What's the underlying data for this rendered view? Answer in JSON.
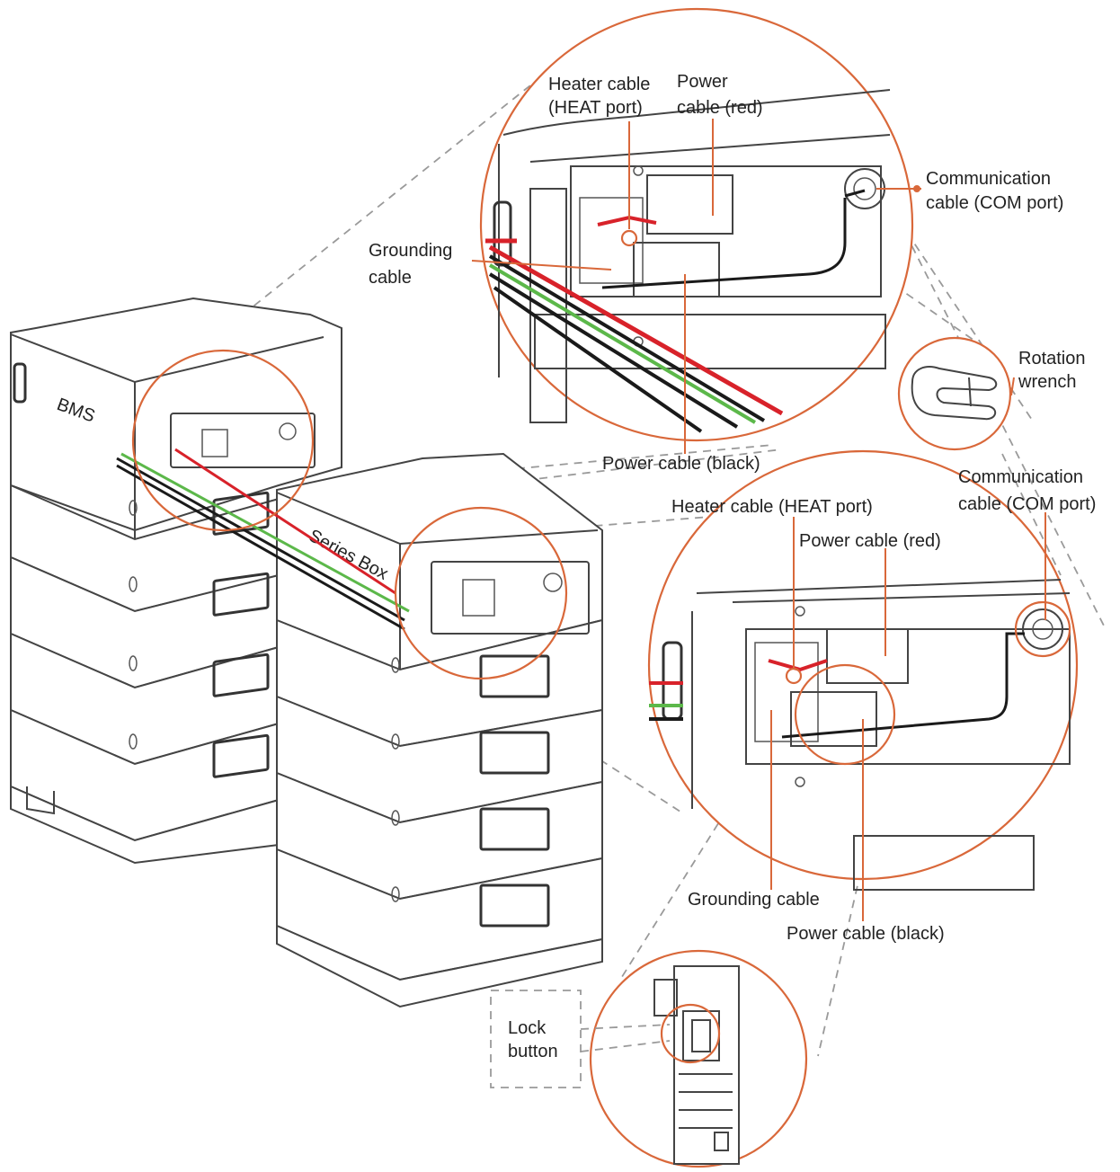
{
  "units": {
    "bms_label": "BMS",
    "series_box_label": "Series Box"
  },
  "callouts": {
    "top_zoom": {
      "heater_cable": [
        "Heater cable",
        "(HEAT port)"
      ],
      "power_red": [
        "Power",
        "cable (red)"
      ],
      "communication": [
        "Communication",
        "cable (COM port)"
      ],
      "grounding": [
        "Grounding",
        "cable"
      ],
      "power_black": "Power cable (black)"
    },
    "rotation_wrench": [
      "Rotation",
      "wrench"
    ],
    "bottom_zoom": {
      "communication": [
        "Communication",
        "cable (COM port)"
      ],
      "heater_cable": "Heater cable (HEAT port)",
      "power_red": "Power cable (red)",
      "grounding": "Grounding cable",
      "power_black": "Power cable (black)"
    },
    "lock_button": [
      "Lock",
      "button"
    ]
  },
  "colors": {
    "callout_circle": "#d9683a",
    "power_cable_red": "#d8222a",
    "grounding_cable": "#5cb84a",
    "power_cable_black": "#1a1a1a"
  }
}
